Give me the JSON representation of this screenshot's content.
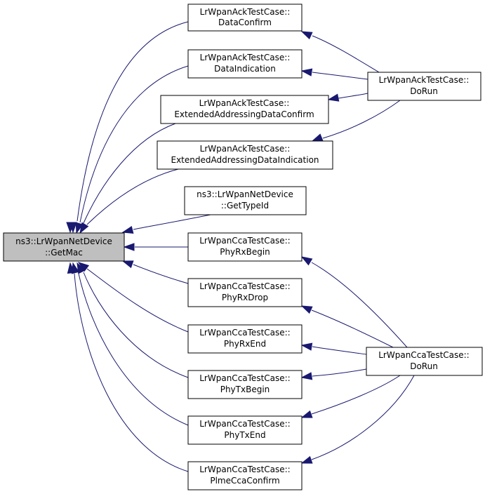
{
  "style": {
    "node_fill": "#ffffff",
    "focus_fill": "#bfbfbf",
    "node_stroke": "#000000",
    "edge_color": "#191970"
  },
  "nodes": {
    "getmac": {
      "line1": "ns3::LrWpanNetDevice",
      "line2": "::GetMac"
    },
    "ack_dataconfirm": {
      "line1": "LrWpanAckTestCase::",
      "line2": "DataConfirm"
    },
    "ack_dataindication": {
      "line1": "LrWpanAckTestCase::",
      "line2": "DataIndication"
    },
    "ack_extconfirm": {
      "line1": "LrWpanAckTestCase::",
      "line2": "ExtendedAddressingDataConfirm"
    },
    "ack_extindication": {
      "line1": "LrWpanAckTestCase::",
      "line2": "ExtendedAddressingDataIndication"
    },
    "gettypeid": {
      "line1": "ns3::LrWpanNetDevice",
      "line2": "::GetTypeId"
    },
    "cca_phyrxbegin": {
      "line1": "LrWpanCcaTestCase::",
      "line2": "PhyRxBegin"
    },
    "cca_phyrxdrop": {
      "line1": "LrWpanCcaTestCase::",
      "line2": "PhyRxDrop"
    },
    "cca_phyrxend": {
      "line1": "LrWpanCcaTestCase::",
      "line2": "PhyRxEnd"
    },
    "cca_phytxbegin": {
      "line1": "LrWpanCcaTestCase::",
      "line2": "PhyTxBegin"
    },
    "cca_phytxend": {
      "line1": "LrWpanCcaTestCase::",
      "line2": "PhyTxEnd"
    },
    "cca_plmeccaconfirm": {
      "line1": "LrWpanCcaTestCase::",
      "line2": "PlmeCcaConfirm"
    },
    "ack_dorun": {
      "line1": "LrWpanAckTestCase::",
      "line2": "DoRun"
    },
    "cca_dorun": {
      "line1": "LrWpanCcaTestCase::",
      "line2": "DoRun"
    }
  },
  "edges": [
    {
      "from": "ack_dataconfirm",
      "to": "getmac"
    },
    {
      "from": "ack_dataindication",
      "to": "getmac"
    },
    {
      "from": "ack_extconfirm",
      "to": "getmac"
    },
    {
      "from": "ack_extindication",
      "to": "getmac"
    },
    {
      "from": "gettypeid",
      "to": "getmac"
    },
    {
      "from": "cca_phyrxbegin",
      "to": "getmac"
    },
    {
      "from": "cca_phyrxdrop",
      "to": "getmac"
    },
    {
      "from": "cca_phyrxend",
      "to": "getmac"
    },
    {
      "from": "cca_phytxbegin",
      "to": "getmac"
    },
    {
      "from": "cca_phytxend",
      "to": "getmac"
    },
    {
      "from": "cca_plmeccaconfirm",
      "to": "getmac"
    },
    {
      "from": "ack_dorun",
      "to": "ack_dataconfirm"
    },
    {
      "from": "ack_dorun",
      "to": "ack_dataindication"
    },
    {
      "from": "ack_dorun",
      "to": "ack_extconfirm"
    },
    {
      "from": "ack_dorun",
      "to": "ack_extindication"
    },
    {
      "from": "cca_dorun",
      "to": "cca_phyrxbegin"
    },
    {
      "from": "cca_dorun",
      "to": "cca_phyrxdrop"
    },
    {
      "from": "cca_dorun",
      "to": "cca_phyrxend"
    },
    {
      "from": "cca_dorun",
      "to": "cca_phytxbegin"
    },
    {
      "from": "cca_dorun",
      "to": "cca_phytxend"
    },
    {
      "from": "cca_dorun",
      "to": "cca_plmeccaconfirm"
    }
  ]
}
